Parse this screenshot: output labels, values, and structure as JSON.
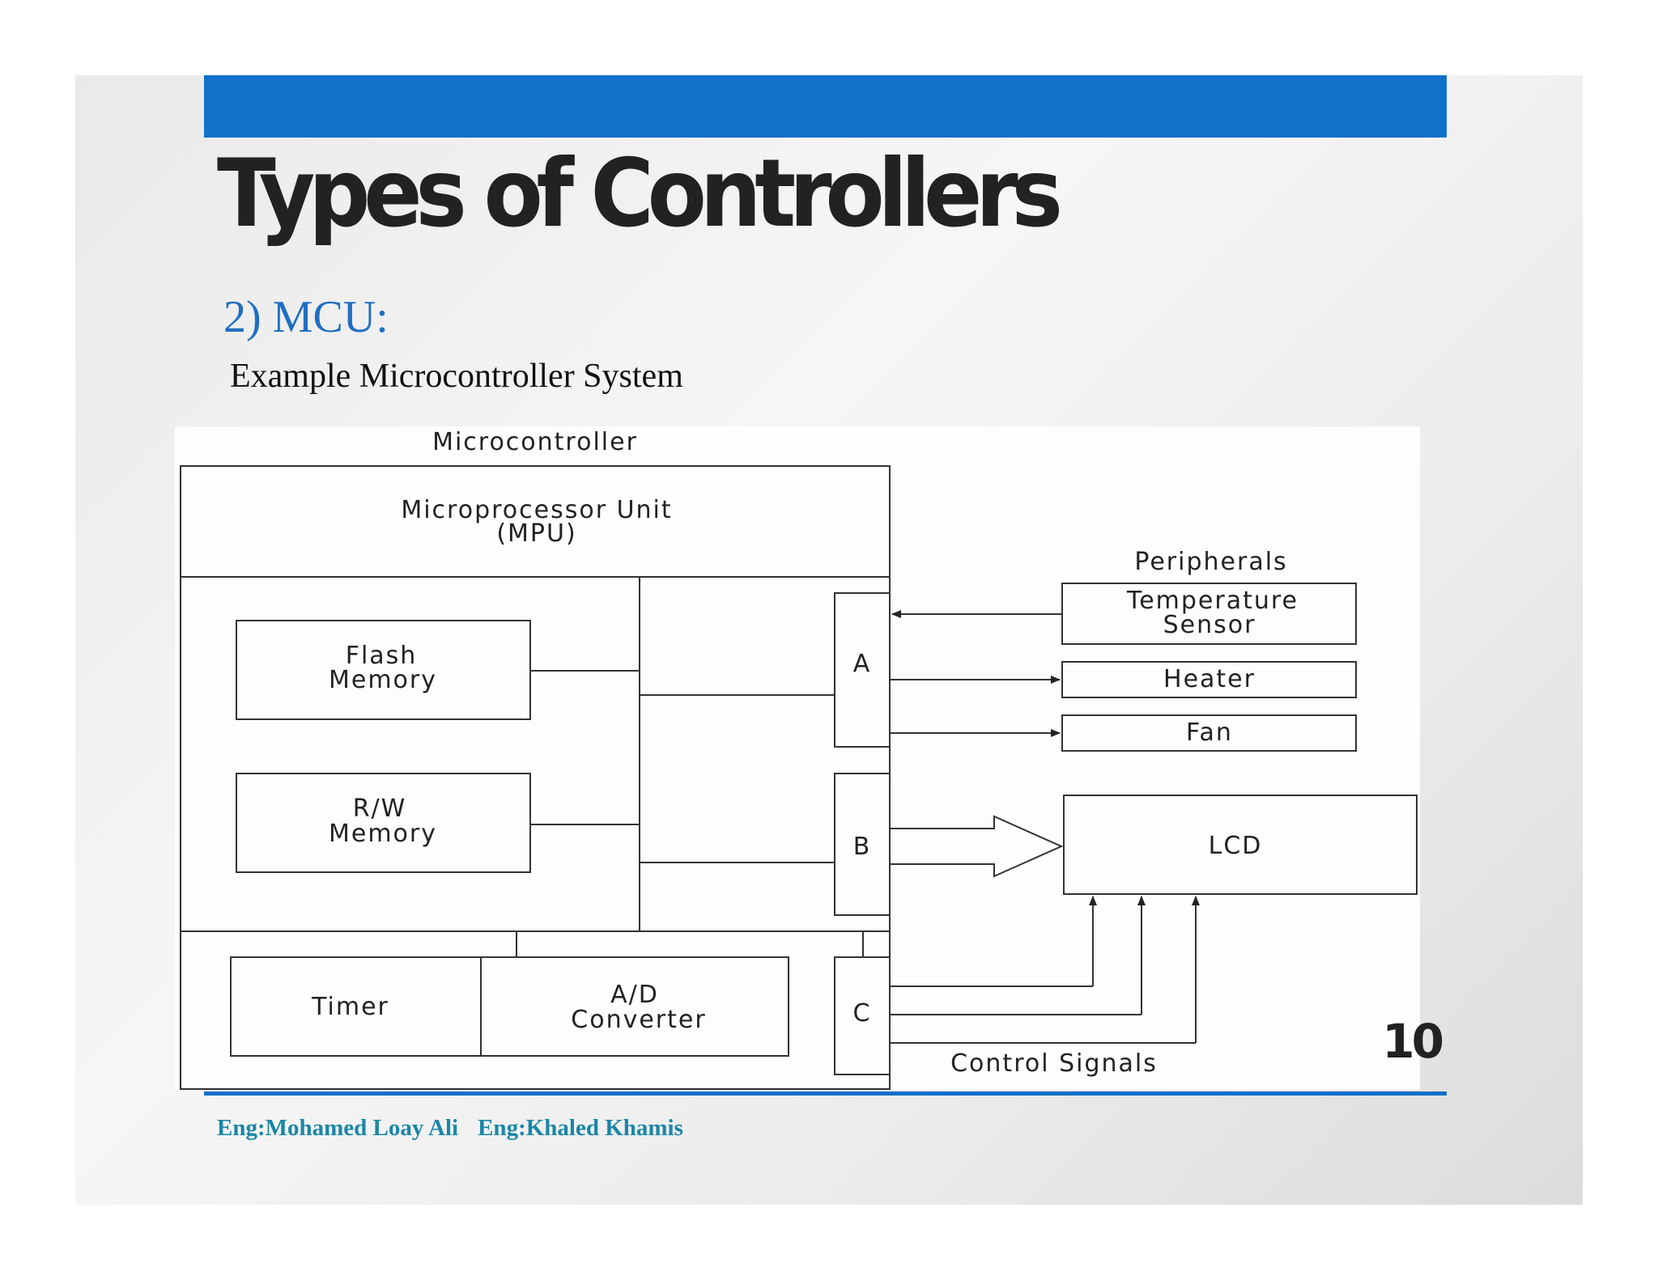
{
  "slide": {
    "title": "Types of Controllers",
    "subtitle": "2) MCU:",
    "caption": "Example Microcontroller System",
    "page_number": "10",
    "footer": {
      "author_1": "Eng:Mohamed Loay Ali",
      "author_2": "Eng:Khaled Khamis"
    },
    "colors": {
      "accent_bar": "#1170c9",
      "subtitle": "#1f6fc0",
      "footer": "#1a86a6",
      "title": "#222222"
    }
  },
  "diagram": {
    "microcontroller_label": "Microcontroller",
    "mpu_line1": "Microprocessor Unit",
    "mpu_line2": "(MPU)",
    "flash_line1": "Flash",
    "flash_line2": "Memory",
    "rw_line1": "R/W",
    "rw_line2": "Memory",
    "timer": "Timer",
    "adc_line1": "A/D",
    "adc_line2": "Converter",
    "port_a": "A",
    "port_b": "B",
    "port_c": "C",
    "peripherals_label": "Peripherals",
    "temp_line1": "Temperature",
    "temp_line2": "Sensor",
    "heater": "Heater",
    "fan": "Fan",
    "lcd": "LCD",
    "control_signals": "Control Signals"
  }
}
